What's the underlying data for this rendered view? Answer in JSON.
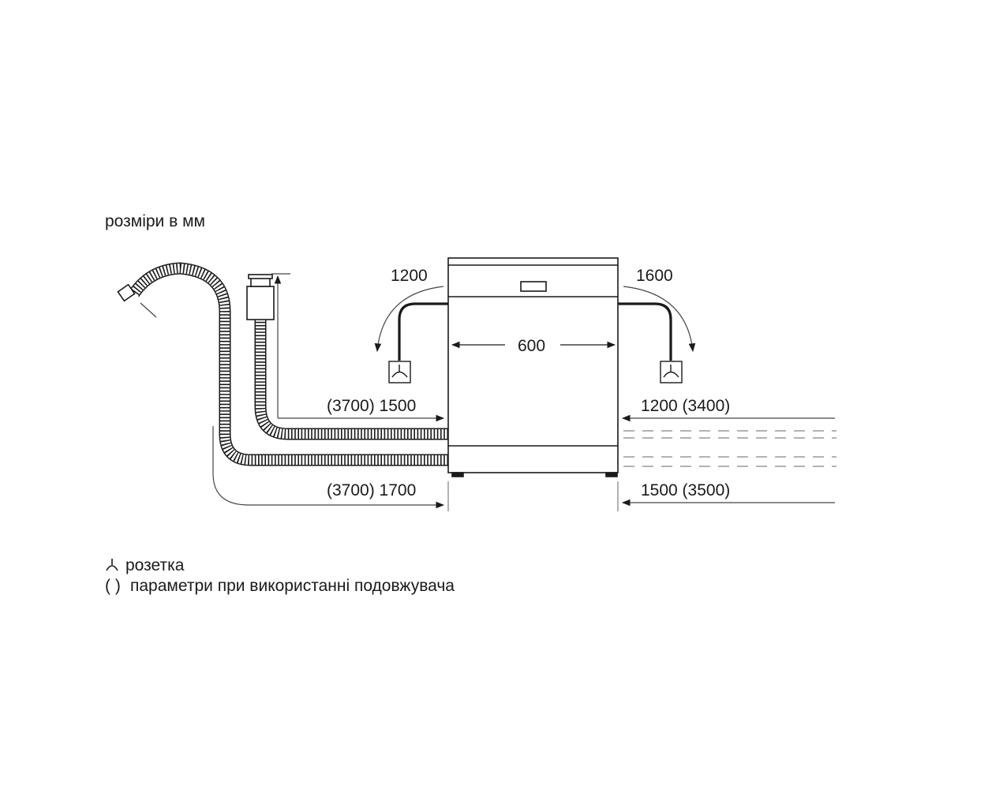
{
  "title": "розміри в мм",
  "dimensions": {
    "width": "600",
    "left_cord": "1200",
    "right_cord": "1600",
    "left_upper": "(3700) 1500",
    "left_lower": "(3700) 1700",
    "right_upper": "1200 (3400)",
    "right_lower": "1500 (3500)"
  },
  "legend": {
    "socket_symbol": "⏊",
    "socket_label": "розетка",
    "ext_symbol": "( )",
    "ext_label": "параметри при використанні подовжувача"
  },
  "icons": [
    "socket-icon",
    "hose-icon",
    "aquastop-valve-icon",
    "dishwasher-icon"
  ]
}
